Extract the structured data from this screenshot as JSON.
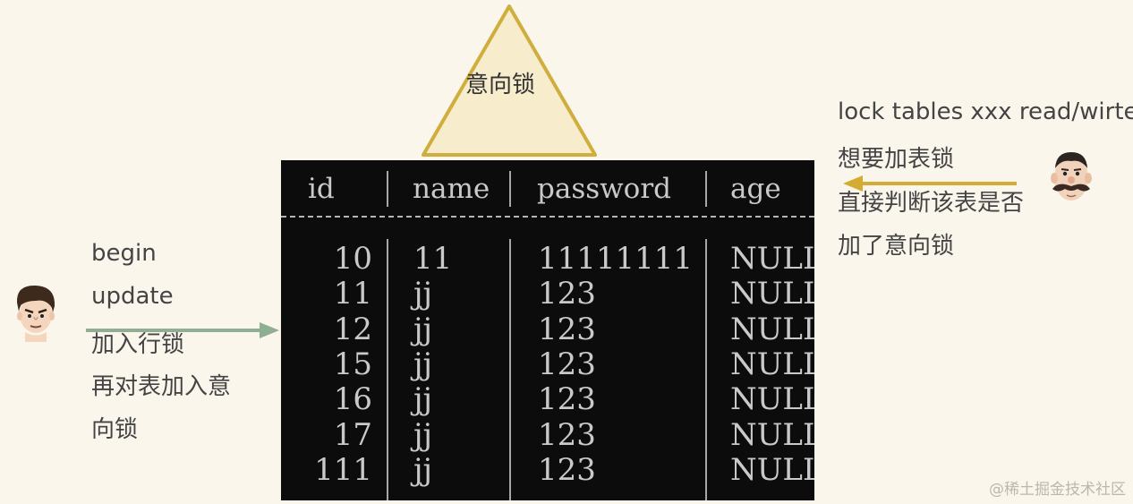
{
  "triangle": {
    "label": "意向锁",
    "fill": "#f7edcc",
    "stroke": "#cfae3e"
  },
  "table": {
    "headers": [
      "id",
      "name",
      "password",
      "age"
    ],
    "rows": [
      [
        "10",
        "11",
        "11111111",
        "NULL"
      ],
      [
        "11",
        "jj",
        "123",
        "NULL"
      ],
      [
        "12",
        "jj",
        "123",
        "NULL"
      ],
      [
        "15",
        "jj",
        "123",
        "NULL"
      ],
      [
        "16",
        "jj",
        "123",
        "NULL"
      ],
      [
        "17",
        "jj",
        "123",
        "NULL"
      ],
      [
        "111",
        "jj",
        "123",
        "NULL"
      ]
    ]
  },
  "left": {
    "lines": [
      "begin",
      "update",
      " 加入行锁",
      "再对表加入意",
      "向锁"
    ],
    "arrow_color": "#8fae93"
  },
  "right": {
    "lines": [
      "lock tables xxx read/wirte",
      "想要加表锁",
      "直接判断该表是否",
      "加了意向锁"
    ],
    "arrow_color": "#d4ac33"
  },
  "watermark": "@稀土掘金技术社区"
}
